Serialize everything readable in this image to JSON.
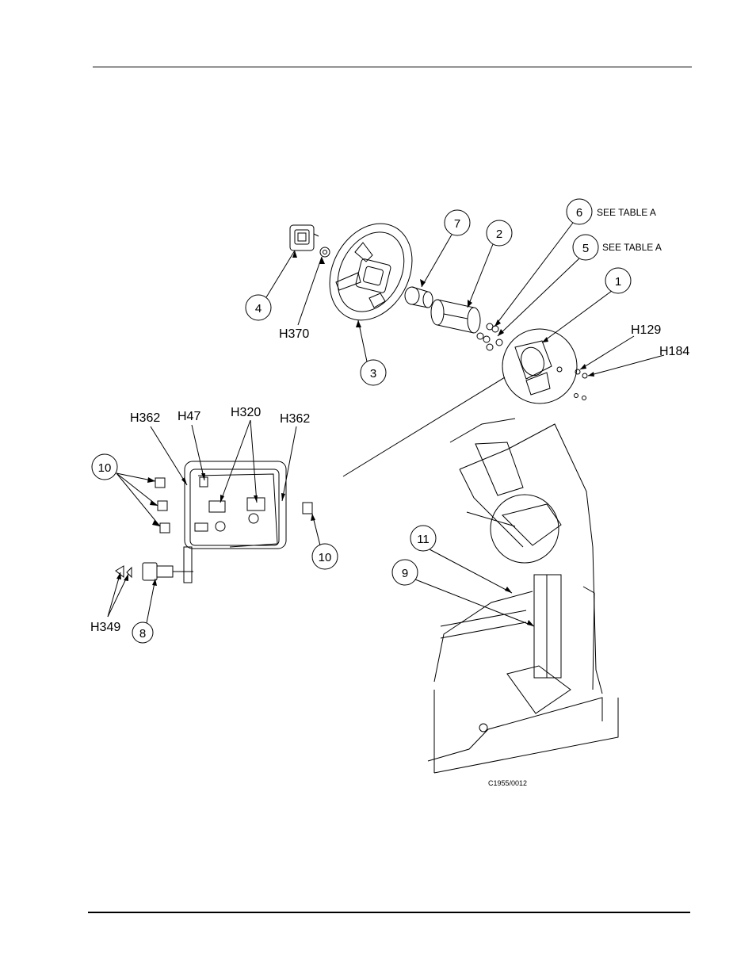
{
  "callouts": {
    "c1": "1",
    "c2": "2",
    "c3": "3",
    "c4": "4",
    "c5": "5",
    "c6": "6",
    "c7": "7",
    "c8": "8",
    "c9": "9",
    "c10a": "10",
    "c10b": "10",
    "c11": "11"
  },
  "hardware": {
    "h370": "H370",
    "h129": "H129",
    "h184": "H184",
    "h362a": "H362",
    "h47": "H47",
    "h320": "H320",
    "h362b": "H362",
    "h349": "H349"
  },
  "notes": {
    "see_table_6": "SEE TABLE A",
    "see_table_5": "SEE TABLE A"
  },
  "drawing_id": "C1955/0012"
}
